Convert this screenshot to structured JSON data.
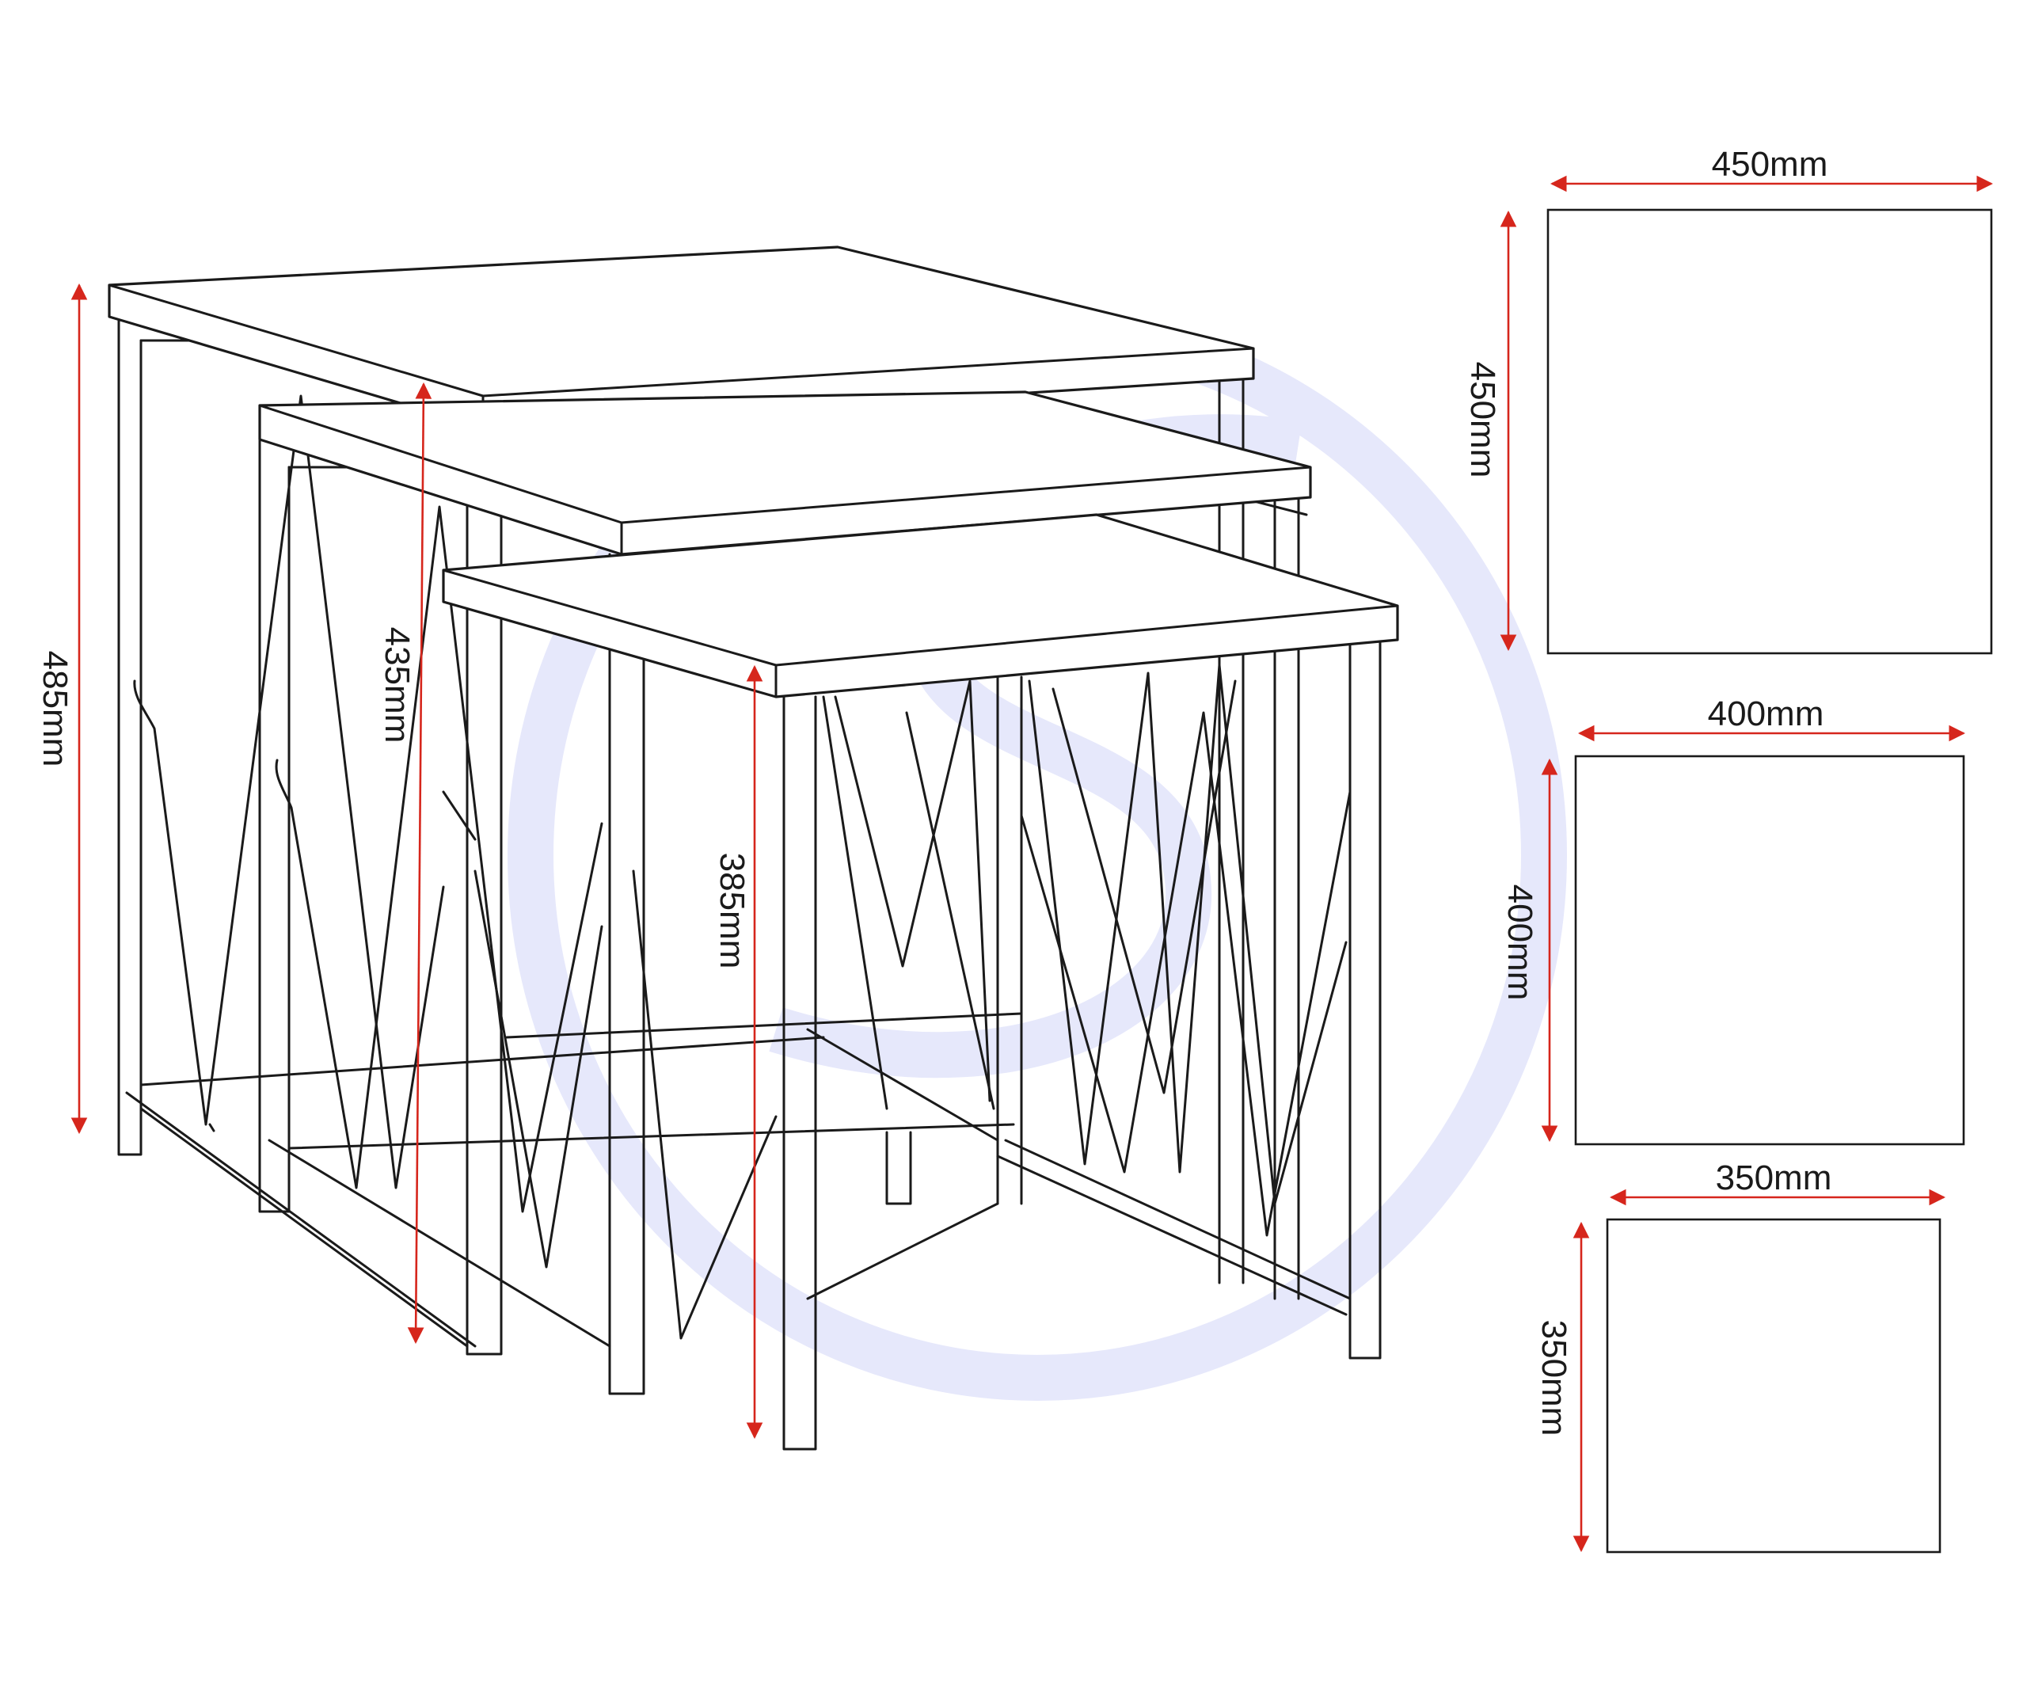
{
  "figure": {
    "subject": "set of three nesting tables",
    "dimension_color": "#d6261c",
    "line_color": "#1a1a1a",
    "watermark_color": "#e6e8fb"
  },
  "heights": [
    {
      "id": "large",
      "label": "485mm"
    },
    {
      "id": "medium",
      "label": "435mm"
    },
    {
      "id": "small",
      "label": "385mm"
    }
  ],
  "tops": [
    {
      "id": "large",
      "width_label": "450mm",
      "depth_label": "450mm"
    },
    {
      "id": "medium",
      "width_label": "400mm",
      "depth_label": "400mm"
    },
    {
      "id": "small",
      "width_label": "350mm",
      "depth_label": "350mm"
    }
  ]
}
